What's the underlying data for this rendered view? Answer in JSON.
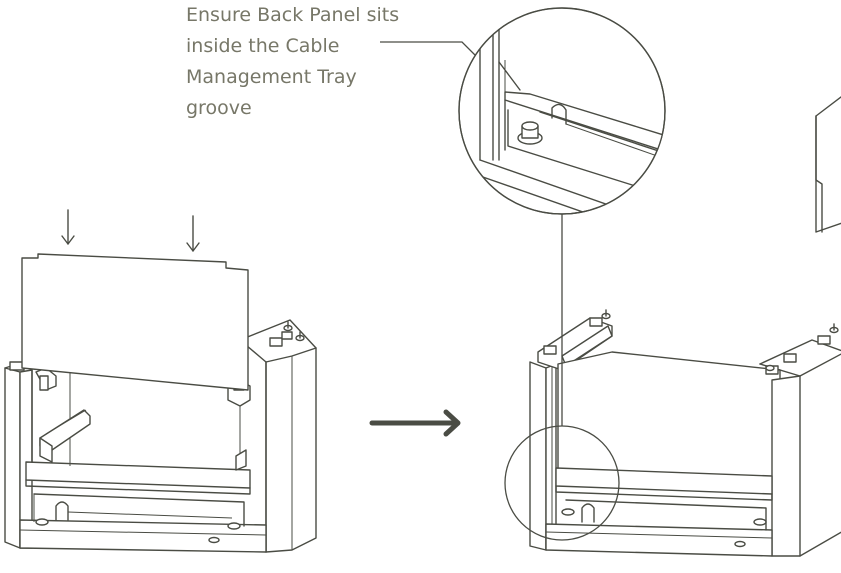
{
  "instruction": {
    "line1": "Ensure Back Panel sits",
    "line2": "inside the Cable",
    "line3": "Management Tray",
    "line4": "groove"
  },
  "colors": {
    "text": "#777768",
    "line_art": "#4a4c44",
    "background": "#ffffff"
  },
  "icons": {
    "down_arrows": "arrow-down-icon",
    "transition_arrow": "arrow-right-icon"
  }
}
